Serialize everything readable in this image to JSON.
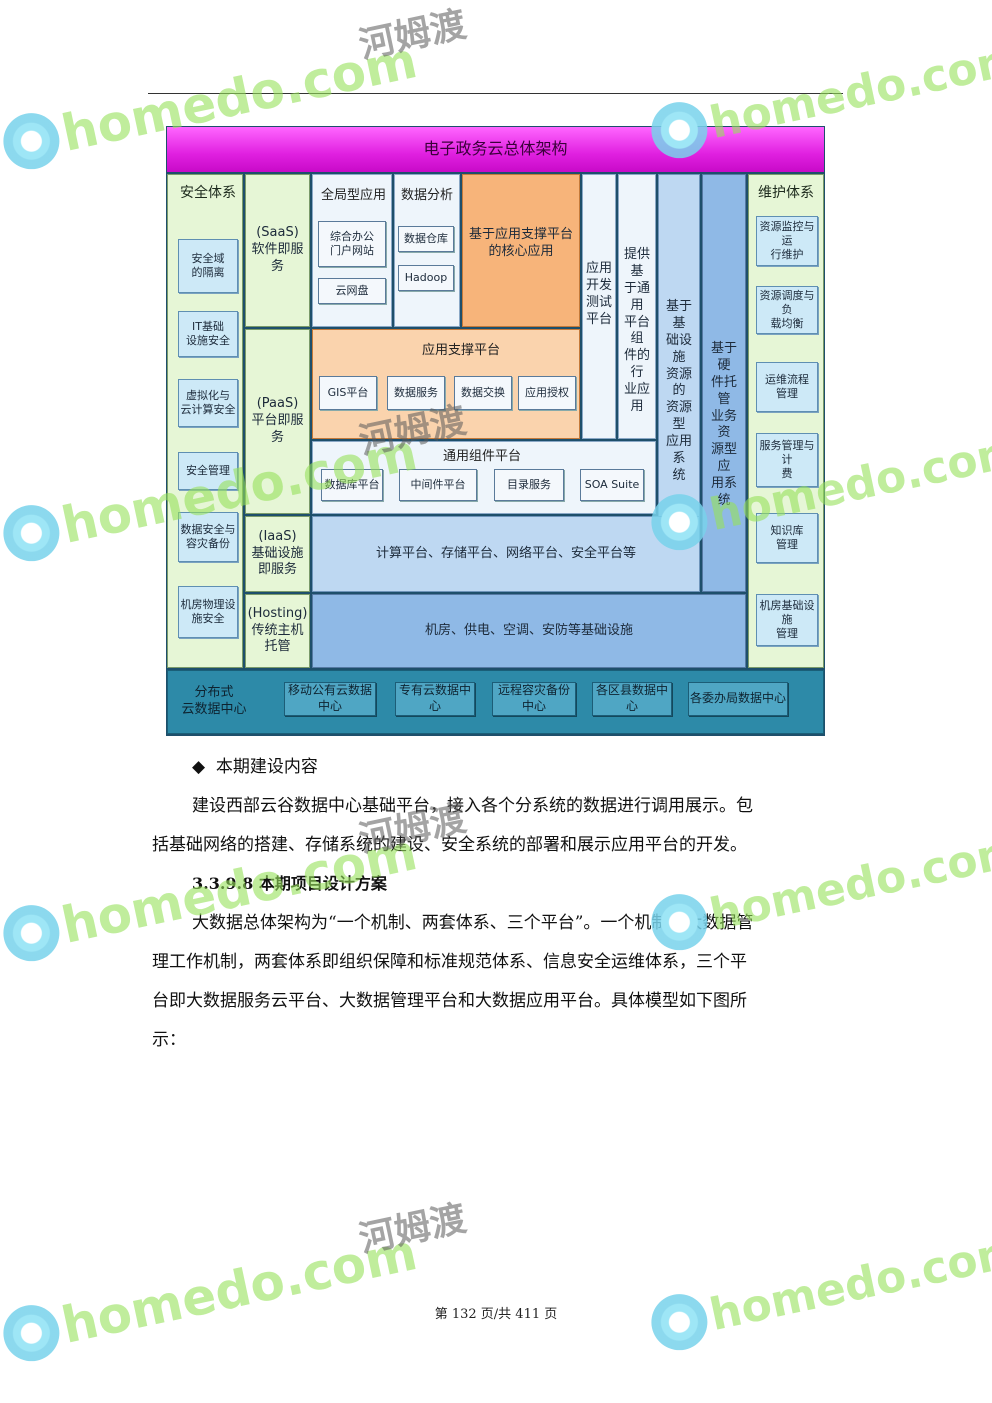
{
  "diagram": {
    "title": "电子政务云总体架构",
    "security": {
      "title": "安全体系",
      "items": [
        "安全域\n的隔离",
        "IT基础\n设施安全",
        "虚拟化与\n云计算安全",
        "安全管理",
        "数据安全与\n容灾备份",
        "机房物理设\n施安全"
      ]
    },
    "maintenance": {
      "title": "维护体系",
      "items": [
        "资源监控与运\n行维护",
        "资源调度与负\n载均衡",
        "运维流程\n管理",
        "服务管理与计\n费",
        "知识库\n管理",
        "机房基础设施\n管理"
      ]
    },
    "layers": {
      "saas": "(SaaS)\n软件即服务",
      "paas": "(PaaS)\n平台即服务",
      "iaas": "(IaaS)\n基础设施\n即服务",
      "hosting": "(Hosting)\n传统主机\n托管"
    },
    "saas_area": {
      "global_title": "全局型应用",
      "global_items": [
        "综合办公\n门户网站",
        "云网盘"
      ],
      "analysis_title": "数据分析",
      "analysis_items": [
        "数据仓库",
        "Hadoop"
      ],
      "core_app": "基于应用支撑平台\n的核心应用"
    },
    "paas_area": {
      "support_title": "应用支撑平台",
      "support_items": [
        "GIS平台",
        "数据服务",
        "数据交换",
        "应用授权"
      ],
      "common_title": "通用组件平台",
      "common_items": [
        "数据库平台",
        "中间件平台",
        "目录服务",
        "SOA Suite"
      ]
    },
    "columns": {
      "dev_test": "应用\n开发\n测试\n平台",
      "industry": "提供基\n于通用\n平台组\n件的行\n业应用",
      "resource_app": "基于基\n础设施\n资源的\n资源型\n应用系\n统",
      "hardware_app": "基于硬\n件托管\n业务资\n源型应\n用系统"
    },
    "iaas_text": "计算平台、存储平台、网络平台、安全平台等",
    "hosting_text": "机房、供电、空调、安防等基础设施",
    "datacenter": {
      "label": "分布式\n云数据中心",
      "items": [
        "移动公有云数据中心",
        "专有云数据中心",
        "远程容灾备份中心",
        "各区县数据中心",
        "各委办局数据中心"
      ]
    }
  },
  "text": {
    "bullet_symbol": "◆",
    "bullet": "本期建设内容",
    "para1_line1": "建设西部云谷数据中心基础平台，接入各个分系统的数据进行调用展示。包",
    "para1_line2": "括基础网络的搭建、存储系统的建设、安全系统的部署和展示应用平台的开发。",
    "heading": "3.3.9.8  本期项目设计方案",
    "para2_line1": "大数据总体架构为“一个机制、两套体系、三个平台”。一个机制即大数据管",
    "para2_line2": "理工作机制，两套体系即组织保障和标准规范体系、信息安全运维体系，三个平",
    "para2_line3": "台即大数据服务云平台、大数据管理平台和大数据应用平台。具体模型如下图所",
    "para2_line4": "示："
  },
  "footer": "第 132 页/共 411 页",
  "watermark": {
    "brand": "homedo.com",
    "cn": "河姆渡"
  }
}
